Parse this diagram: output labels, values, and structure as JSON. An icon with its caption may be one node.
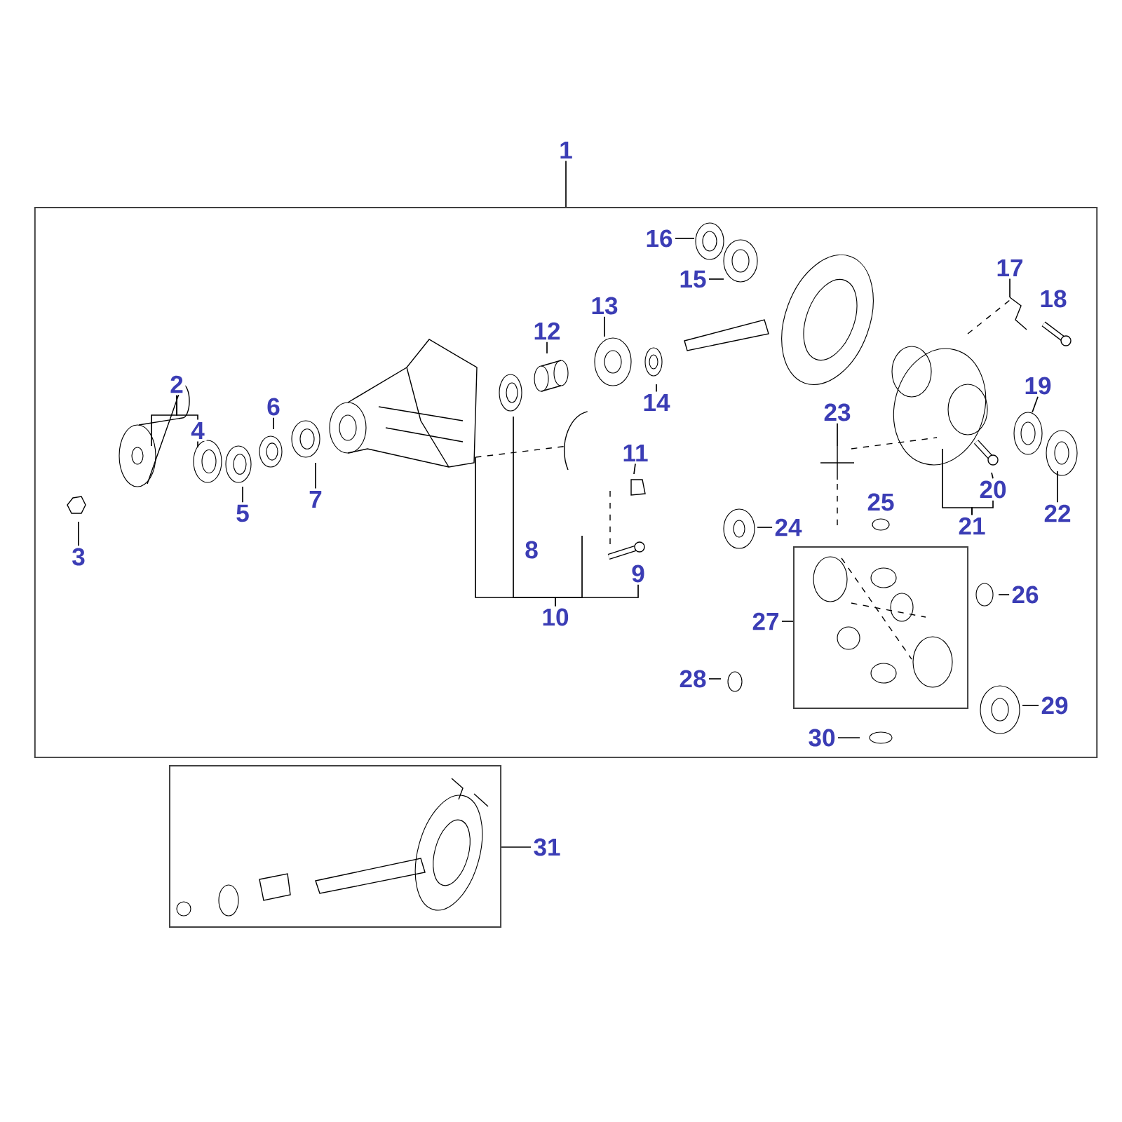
{
  "diagram": {
    "nodes": [
      {
        "text": [
          "1"
        ]
      },
      {
        "text": [],
        "shape": "box"
      },
      {
        "text": [
          "2"
        ],
        "in": 1
      },
      {
        "text": [
          "3"
        ],
        "in": 1
      },
      {
        "text": [
          "4"
        ],
        "in": 1
      },
      {
        "text": [
          "5"
        ],
        "in": 1
      },
      {
        "text": [
          "6"
        ],
        "in": 1
      },
      {
        "text": [
          "7"
        ],
        "in": 1
      },
      {
        "text": [
          "8"
        ],
        "in": 1
      },
      {
        "text": [
          "9"
        ],
        "in": 1
      },
      {
        "text": [
          "10"
        ],
        "in": 1
      },
      {
        "text": [
          "11"
        ],
        "in": 1
      },
      {
        "text": [
          "12"
        ],
        "in": 1
      },
      {
        "text": [
          "13"
        ],
        "in": 1
      },
      {
        "text": [
          "14"
        ],
        "in": 1
      },
      {
        "text": [
          "15"
        ],
        "in": 1
      },
      {
        "text": [
          "16"
        ],
        "in": 1
      },
      {
        "text": [
          "17"
        ],
        "in": 1
      },
      {
        "text": [
          "18"
        ],
        "in": 1
      },
      {
        "text": [
          "19"
        ],
        "in": 1
      },
      {
        "text": [
          "20"
        ],
        "in": 1
      },
      {
        "text": [
          "21"
        ],
        "in": 1
      },
      {
        "text": [
          "22"
        ],
        "in": 1
      },
      {
        "text": [
          "23"
        ],
        "in": 1
      },
      {
        "text": [
          "24"
        ],
        "in": 1
      },
      {
        "text": [
          "25"
        ],
        "in": 1
      },
      {
        "text": [
          "26"
        ],
        "in": 1
      },
      {
        "text": [
          "27"
        ],
        "in": 1
      },
      {
        "text": [
          "28"
        ],
        "in": 1
      },
      {
        "text": [
          "29"
        ],
        "in": 1
      },
      {
        "text": [
          "30"
        ],
        "in": 1
      },
      {
        "text": [],
        "shape": "box",
        "in": 1
      },
      {
        "text": [
          "31"
        ]
      },
      {
        "text": [],
        "shape": "box"
      }
    ],
    "edges": [
      {
        "from": 0,
        "to": 1,
        "arrow": "none"
      },
      {
        "from": 2,
        "to": null,
        "arrow": "none"
      },
      {
        "from": 2,
        "to": 4,
        "arrow": "none"
      },
      {
        "from": 3,
        "to": null,
        "arrow": "none"
      },
      {
        "from": 4,
        "to": null,
        "arrow": "none"
      },
      {
        "from": 5,
        "to": null,
        "arrow": "none"
      },
      {
        "from": 6,
        "to": null,
        "arrow": "none"
      },
      {
        "from": 7,
        "to": null,
        "arrow": "none"
      },
      {
        "from": 10,
        "to": null,
        "arrow": "none"
      },
      {
        "from": 10,
        "to": null,
        "arrow": "none"
      },
      {
        "from": 10,
        "to": null,
        "arrow": "none"
      },
      {
        "from": 10,
        "to": 9,
        "arrow": "none"
      },
      {
        "from": 11,
        "to": null,
        "arrow": "none"
      },
      {
        "from": 12,
        "to": null,
        "arrow": "none"
      },
      {
        "from": 13,
        "to": null,
        "arrow": "none"
      },
      {
        "from": 14,
        "to": null,
        "arrow": "none"
      },
      {
        "from": 15,
        "to": null,
        "arrow": "none"
      },
      {
        "from": 16,
        "to": null,
        "arrow": "none"
      },
      {
        "from": 17,
        "to": null,
        "arrow": "none"
      },
      {
        "from": 19,
        "to": null,
        "arrow": "none"
      },
      {
        "from": 20,
        "to": null,
        "arrow": "none"
      },
      {
        "from": 21,
        "to": null,
        "arrow": "none"
      },
      {
        "from": 21,
        "to": 20,
        "arrow": "none"
      },
      {
        "from": 22,
        "to": null,
        "arrow": "none"
      },
      {
        "from": 23,
        "to": null,
        "arrow": "none"
      },
      {
        "from": 24,
        "to": null,
        "arrow": "none"
      },
      {
        "from": 26,
        "to": null,
        "arrow": "none"
      },
      {
        "from": 27,
        "to": 31,
        "arrow": "none"
      },
      {
        "from": 28,
        "to": null,
        "arrow": "none"
      },
      {
        "from": 29,
        "to": null,
        "arrow": "none"
      },
      {
        "from": 30,
        "to": null,
        "arrow": "none"
      },
      {
        "from": 32,
        "to": 33,
        "arrow": "none"
      }
    ]
  }
}
